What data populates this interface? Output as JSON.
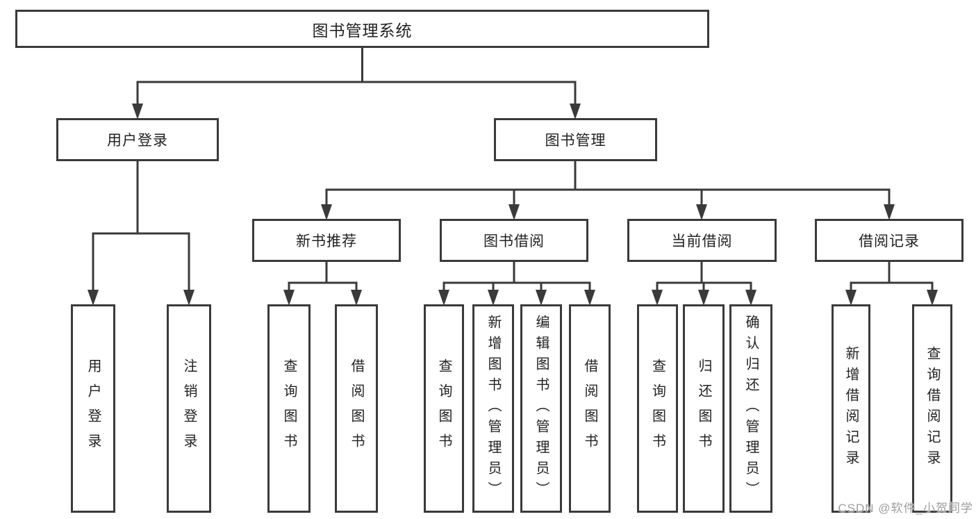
{
  "colors": {
    "line": "#3a3a3a",
    "box_border": "#3a3a3a",
    "text": "#222222",
    "watermark": "#9d9d9d",
    "background": "#ffffff"
  },
  "root": {
    "label": "图书管理系统"
  },
  "level2": [
    {
      "label": "用户登录",
      "children": [
        {
          "label": "用户登录"
        },
        {
          "label": "注销登录"
        }
      ]
    },
    {
      "label": "图书管理",
      "children": [
        {
          "label": "新书推荐",
          "children": [
            {
              "label": "查询图书"
            },
            {
              "label": "借阅图书"
            }
          ]
        },
        {
          "label": "图书借阅",
          "children": [
            {
              "label": "查询图书"
            },
            {
              "label": "新增图书（管理员）"
            },
            {
              "label": "编辑图书（管理员）"
            },
            {
              "label": "借阅图书"
            }
          ]
        },
        {
          "label": "当前借阅",
          "children": [
            {
              "label": "查询图书"
            },
            {
              "label": "归还图书"
            },
            {
              "label": "确认归还（管理员）"
            }
          ]
        },
        {
          "label": "借阅记录",
          "children": [
            {
              "label": "新增借阅记录"
            },
            {
              "label": "查询借阅记录"
            }
          ]
        }
      ]
    }
  ],
  "watermark": "CSDN @软件_小贺同学"
}
